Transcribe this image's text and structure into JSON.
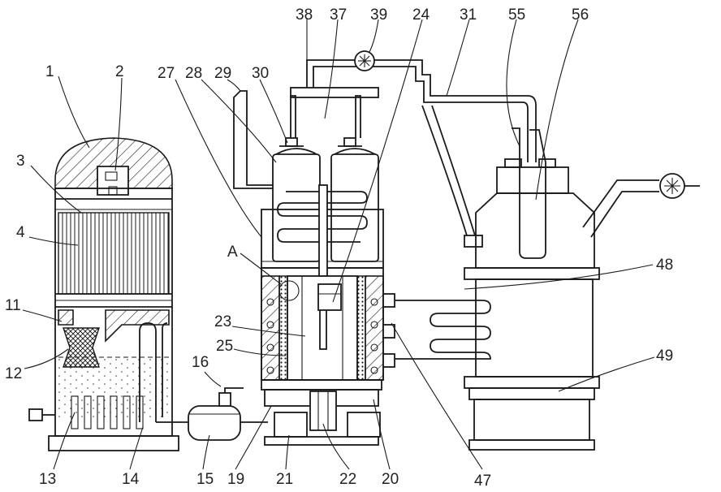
{
  "labels": {
    "l1": "1",
    "l2": "2",
    "l3": "3",
    "l4": "4",
    "l11": "11",
    "l12": "12",
    "l13": "13",
    "l14": "14",
    "l15": "15",
    "l16": "16",
    "l19": "19",
    "l20": "20",
    "l21": "21",
    "l22": "22",
    "l23": "23",
    "l24": "24",
    "l25": "25",
    "l27": "27",
    "l28": "28",
    "l29": "29",
    "l30": "30",
    "l31": "31",
    "l37": "37",
    "l38": "38",
    "l39": "39",
    "l47": "47",
    "l48": "48",
    "l49": "49",
    "l55": "55",
    "l56": "56",
    "lA": "A"
  }
}
